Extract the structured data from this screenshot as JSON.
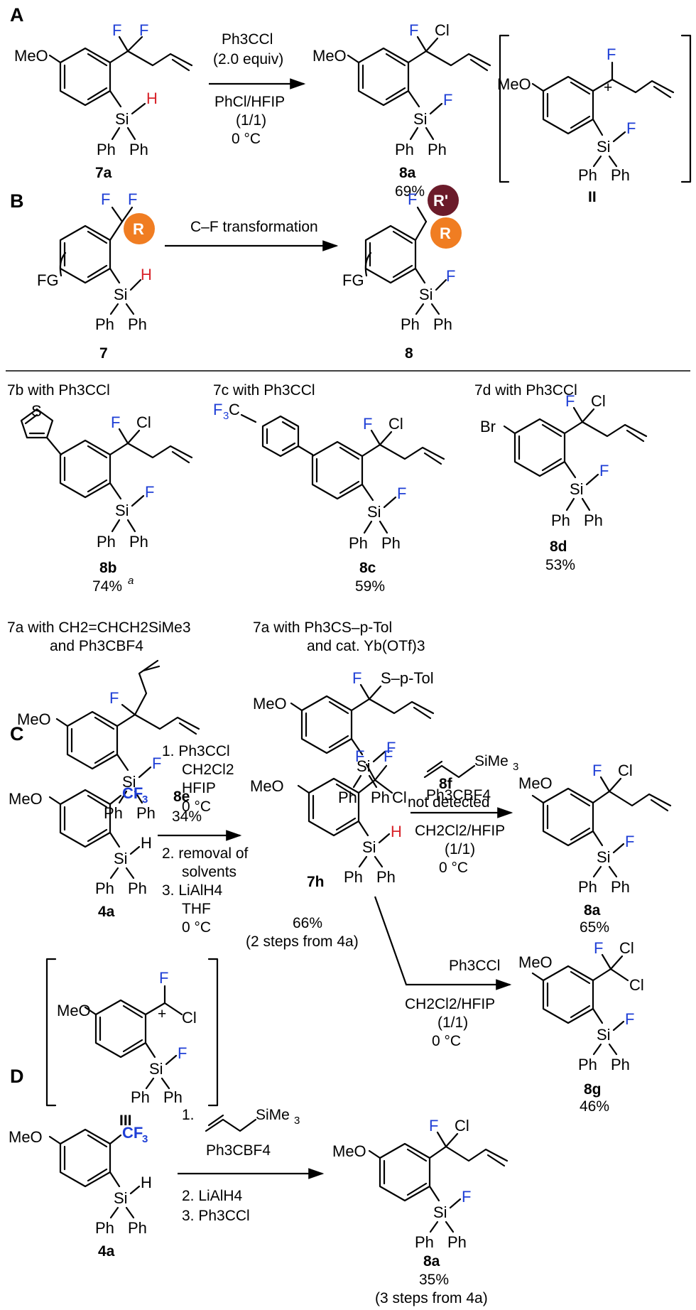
{
  "sections": {
    "A": "A",
    "B": "B",
    "C": "C",
    "D": "D"
  },
  "colors": {
    "fluorine": "#1f3fd6",
    "hydrogen": "#d8232a",
    "r_group": "#f07d22",
    "r_prime_group": "#6b1b2a"
  },
  "atoms": {
    "MeO": "MeO",
    "F": "F",
    "Cl": "Cl",
    "Si": "Si",
    "H": "H",
    "Ph": "Ph",
    "Br": "Br",
    "S": "S",
    "FG": "FG",
    "R": "R",
    "R_prime": "R'",
    "CF3": "CF",
    "CF3_sub": "3",
    "F3C": "F",
    "F3C_sub": "3",
    "F3C_C": "C",
    "S_pTol": "S–p-Tol",
    "plus": "+",
    "SiMe3": "SiMe",
    "SiMe3_sub": "3"
  },
  "scheme_A": {
    "reactant": "7a",
    "reagent_line1": "Ph3CCl",
    "reagent_line2": "(2.0 equiv)",
    "condition_line1": "PhCl/HFIP",
    "condition_line2": "(1/1)",
    "condition_line3": "0 °C",
    "product": "8a",
    "yield": "69%",
    "intermediate": "II"
  },
  "scheme_B": {
    "reactant": "7",
    "arrow_label": "C–F transformation",
    "product": "8"
  },
  "scope": {
    "b_header": "7b with Ph3CCl",
    "b_product": "8b",
    "b_yield": "74%",
    "b_note": "a",
    "c_header": "7c with Ph3CCl",
    "c_product": "8c",
    "c_yield": "59%",
    "d_header": "7d with Ph3CCl",
    "d_product": "8d",
    "d_yield": "53%",
    "e_header_line1": "7a with CH2=CHCH2SiMe3",
    "e_header_line2": "and Ph3CBF4",
    "e_product": "8e",
    "e_yield": "34%",
    "f_header_line1": "7a with Ph3CS–p-Tol",
    "f_header_line2": "and cat. Yb(OTf)3",
    "f_product": "8f",
    "f_yield": "not detected"
  },
  "scheme_C": {
    "reactant": "4a",
    "step1": "1. Ph3CCl",
    "step1_solvent1": "CH2Cl2",
    "step1_solvent2": "HFIP",
    "step1_temp": "0 °C",
    "step2_line1": "2. removal of",
    "step2_line2": "solvents",
    "step3": "3. LiAlH4",
    "step3_solvent": "THF",
    "step3_temp": "0 °C",
    "intermediate_product": "7h",
    "intermediate_yield": "66%",
    "intermediate_note": "(2 steps from 4a)",
    "upper_reagent": "Ph3CBF4",
    "upper_cond1": "CH2Cl2/HFIP",
    "upper_cond2": "(1/1)",
    "upper_cond3": "0 °C",
    "upper_product": "8a",
    "upper_yield": "65%",
    "lower_reagent": "Ph3CCl",
    "lower_cond1": "CH2Cl2/HFIP",
    "lower_cond2": "(1/1)",
    "lower_cond3": "0 °C",
    "lower_product": "8g",
    "lower_yield": "46%",
    "cation": "III"
  },
  "scheme_D": {
    "reactant": "4a",
    "step1": "1.",
    "step1_reagent": "Ph3CBF4",
    "step2": "2. LiAlH4",
    "step3": "3. Ph3CCl",
    "product": "8a",
    "yield": "35%",
    "note": "(3 steps from 4a)"
  }
}
